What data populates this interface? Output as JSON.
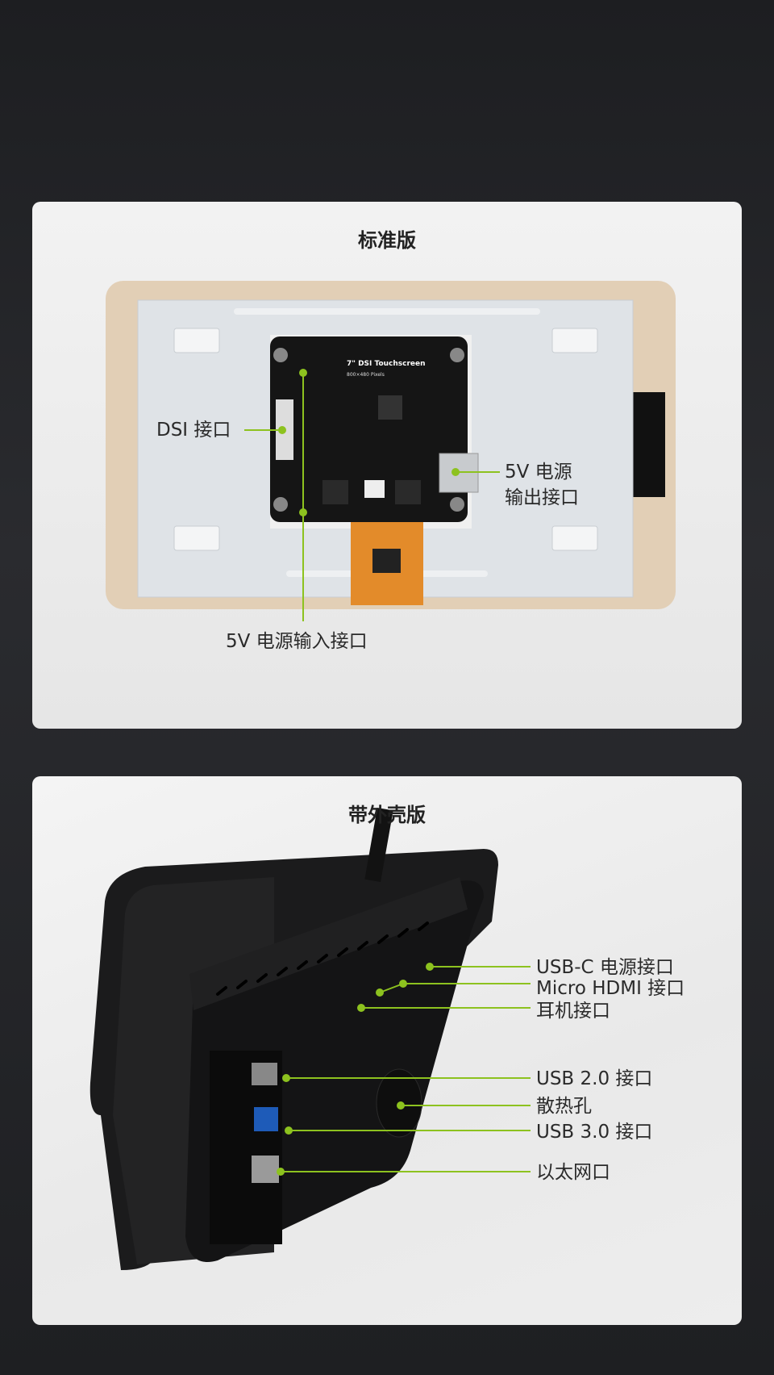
{
  "standard": {
    "title": "标准版",
    "board_text": "7\" DSI Touchscreen",
    "board_sub": "800×480 Pixels",
    "labels": {
      "dsi": "DSI 接口",
      "out_1": "5V 电源",
      "out_2": "输出接口",
      "in": "5V 电源输入接口"
    }
  },
  "cased": {
    "title": "带外壳版",
    "labels": {
      "usbc": "USB-C 电源接口",
      "hdmi": "Micro HDMI 接口",
      "audio": "耳机接口",
      "usb2": "USB 2.0 接口",
      "vent": "散热孔",
      "usb3": "USB 3.0 接口",
      "eth": "以太网口"
    }
  },
  "colors": {
    "accent": "#8dc21f"
  }
}
